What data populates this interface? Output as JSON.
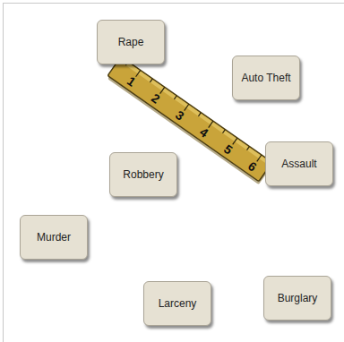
{
  "diagram": {
    "nodes": [
      {
        "text": [
          "Rape"
        ]
      },
      {
        "text": [
          "Auto Theft"
        ]
      },
      {
        "text": [
          "Robbery"
        ]
      },
      {
        "text": [
          "Assault"
        ]
      },
      {
        "text": [
          "Murder"
        ]
      },
      {
        "text": [
          "Larceny"
        ]
      },
      {
        "text": [
          "Burglary"
        ]
      }
    ],
    "labels": [
      "1",
      "2",
      "3",
      "4",
      "5",
      "6"
    ]
  }
}
